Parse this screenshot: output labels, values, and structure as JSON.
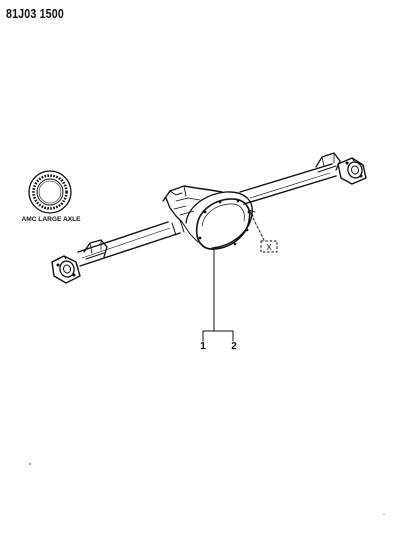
{
  "header": {
    "diagram_code": "81J03 1500"
  },
  "badge": {
    "label": "AMC LARGE AXLE"
  },
  "callouts": {
    "ref_box_label": "X",
    "part_1": "1",
    "part_2": "2"
  },
  "icons": {
    "axle": "rear-axle-assembly-icon",
    "badge": "amc-large-axle-ring-icon"
  },
  "colors": {
    "ink": "#111111",
    "paper": "#ffffff"
  }
}
